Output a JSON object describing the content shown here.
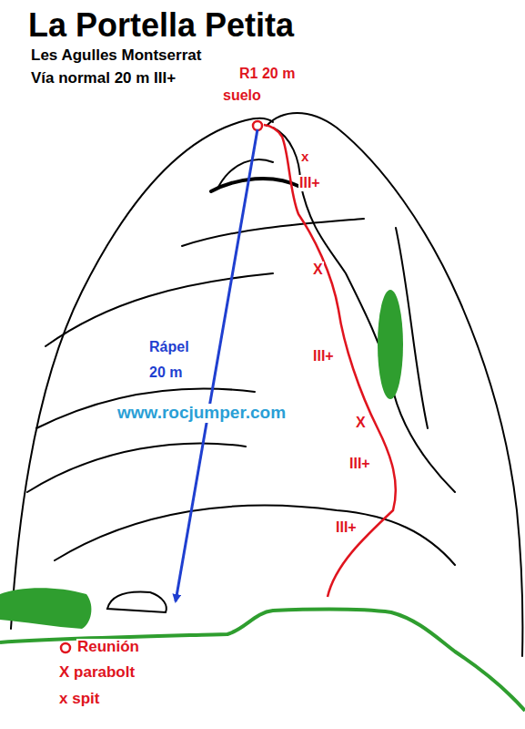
{
  "diagram": {
    "title": "La Portella Petita",
    "labels": [
      "Les Agulles Montserrat",
      "Vía normal 20 m III+",
      "R1 20 m",
      "suelo",
      "x",
      "III+",
      "X",
      "III+",
      "X",
      "III+",
      "III+",
      "Rápel",
      "20 m",
      "www.rocjumper.com"
    ],
    "legend": [
      {
        "text": "Reunión"
      },
      {
        "text": "X parabolt"
      },
      {
        "text": "x spit"
      }
    ]
  }
}
